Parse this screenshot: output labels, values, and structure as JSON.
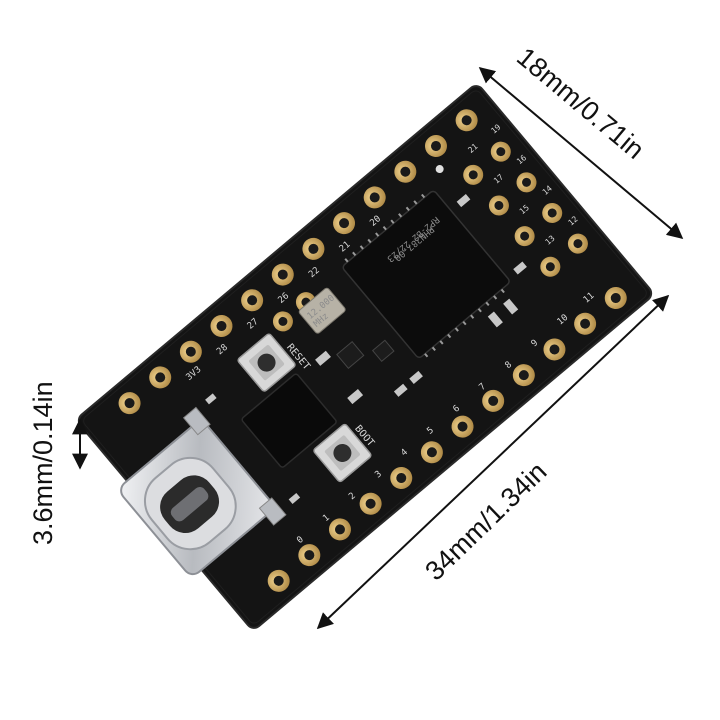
{
  "dimensions": {
    "width_label": "18mm/0.71in",
    "length_label": "34mm/1.34in",
    "thickness_label": "3.6mm/0.14in"
  },
  "board": {
    "mcu_marking_line1": "RP2-B2   22/23",
    "mcu_marking_line2": "PHN287.00",
    "crystal_marking_line1": "12.000",
    "crystal_marking_line2": "MHz",
    "reset_label": "RESET",
    "boot_label": "BOOT",
    "top_row_pins": [
      "3V3",
      "28",
      "27",
      "26",
      "22",
      "21",
      "20"
    ],
    "bottom_row_pins": [
      "0",
      "1",
      "2",
      "3",
      "4",
      "5",
      "6",
      "7",
      "8",
      "9",
      "10",
      "11"
    ],
    "end_pins": [
      "21",
      "19",
      "17",
      "16",
      "15",
      "14",
      "13",
      "12"
    ],
    "colors": {
      "pcb": "#141414",
      "pad": "#c9a25a",
      "silkscreen": "#d9d9d9",
      "usb_metal": "#c9cbcf"
    }
  }
}
